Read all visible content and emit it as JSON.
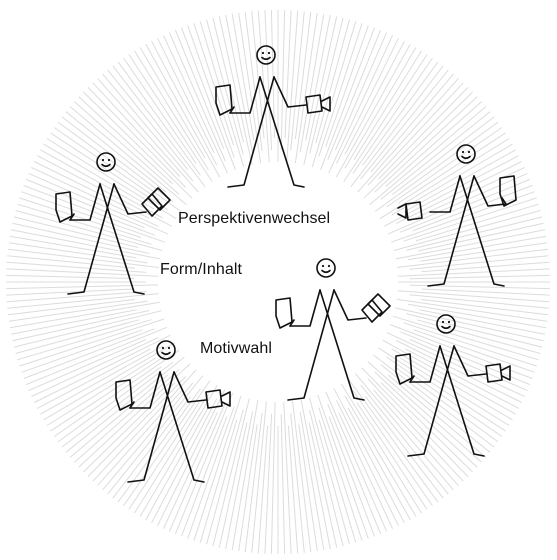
{
  "labels": {
    "perspective_change": "Perspektivenwechsel",
    "form_content": "Form/Inhalt",
    "motif_choice": "Motivwahl"
  },
  "figures": [
    {
      "name": "figure-top",
      "left_hand": "paper",
      "right_hand": "camera"
    },
    {
      "name": "figure-upper-left",
      "left_hand": "paper",
      "right_hand": "tilted-paper"
    },
    {
      "name": "figure-upper-right",
      "left_hand": "camera",
      "right_hand": "paper"
    },
    {
      "name": "figure-center",
      "left_hand": "paper",
      "right_hand": "tilted-paper"
    },
    {
      "name": "figure-lower-left",
      "left_hand": "paper",
      "right_hand": "camera"
    },
    {
      "name": "figure-lower-right",
      "left_hand": "paper",
      "right_hand": "camera"
    }
  ],
  "colors": {
    "burst_lines": "#dcdcdc",
    "ink": "#111111",
    "background": "#ffffff"
  }
}
